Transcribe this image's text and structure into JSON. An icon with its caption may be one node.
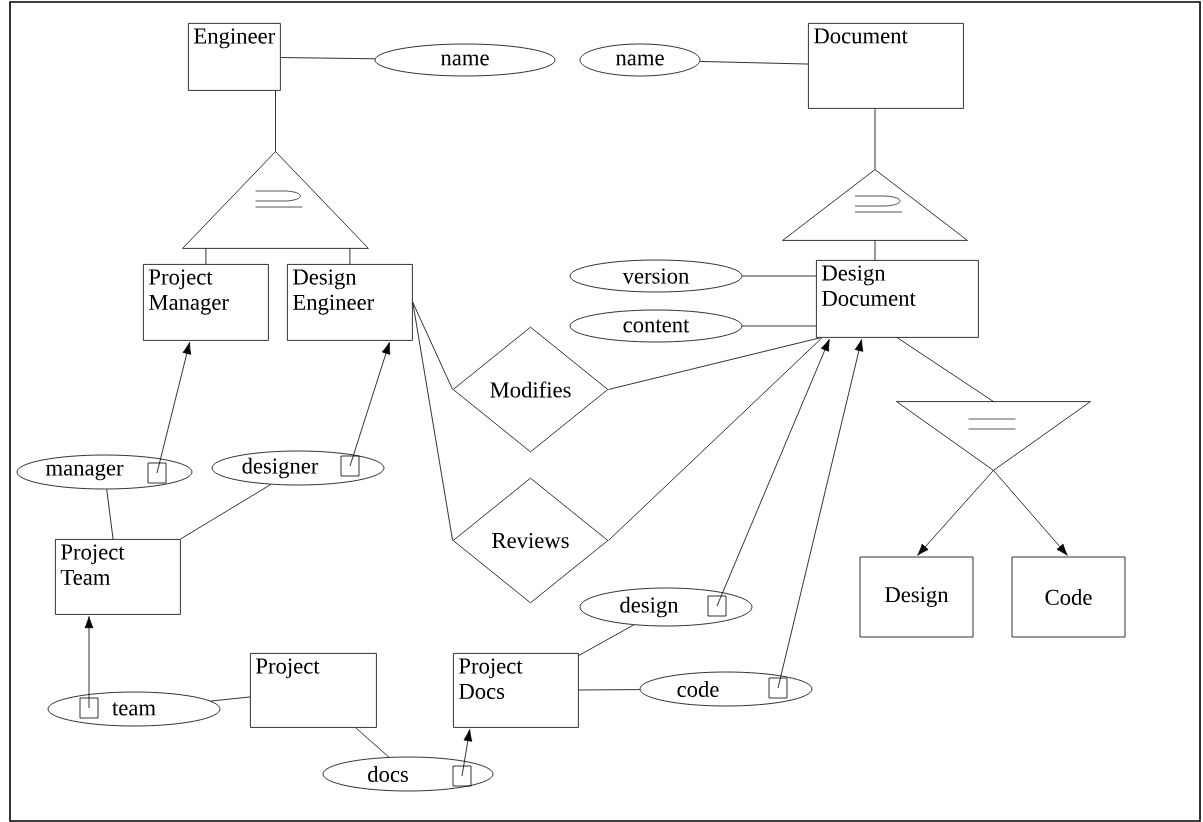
{
  "diagram": {
    "nodes": [
      {
        "text": [
          "Engineer"
        ]
      },
      {
        "text": [
          "name"
        ]
      },
      {
        "text": [
          "name"
        ]
      },
      {
        "text": [
          "Document"
        ]
      },
      {
        "text": [],
        "shape": "triangle"
      },
      {
        "text": [],
        "shape": "triangle"
      },
      {
        "text": [
          "Project Manager"
        ]
      },
      {
        "text": [
          "Design Engineer"
        ]
      },
      {
        "text": [
          "version"
        ]
      },
      {
        "text": [
          "content"
        ]
      },
      {
        "text": [
          "Design Document"
        ]
      },
      {
        "text": [
          "Modifies"
        ]
      },
      {
        "text": [
          "Reviews"
        ]
      },
      {
        "text": [
          "manager"
        ]
      },
      {
        "text": [
          "designer"
        ]
      },
      {
        "text": [],
        "shape": "triangle"
      },
      {
        "text": [
          "Project Team"
        ]
      },
      {
        "text": [
          "Design"
        ]
      },
      {
        "text": [
          "Code"
        ]
      },
      {
        "text": [
          "design"
        ]
      },
      {
        "text": [
          "team"
        ]
      },
      {
        "text": [
          "Project"
        ]
      },
      {
        "text": [
          "Project Docs"
        ]
      },
      {
        "text": [
          "code"
        ]
      },
      {
        "text": [
          "docs"
        ]
      }
    ],
    "edges": [
      {
        "from": 0,
        "to": 1,
        "arrow": "none"
      },
      {
        "from": 2,
        "to": 3,
        "arrow": "none"
      },
      {
        "from": 0,
        "to": 4,
        "arrow": "none"
      },
      {
        "from": 4,
        "to": 6,
        "arrow": "none"
      },
      {
        "from": 4,
        "to": 7,
        "arrow": "none"
      },
      {
        "from": 3,
        "to": 5,
        "arrow": "none"
      },
      {
        "from": 5,
        "to": 10,
        "arrow": "none"
      },
      {
        "from": 8,
        "to": 10,
        "arrow": "none"
      },
      {
        "from": 9,
        "to": 10,
        "arrow": "none"
      },
      {
        "from": 7,
        "to": 11,
        "arrow": "none"
      },
      {
        "from": 11,
        "to": 10,
        "arrow": "none"
      },
      {
        "from": 7,
        "to": 12,
        "arrow": "none"
      },
      {
        "from": 12,
        "to": 10,
        "arrow": "none"
      },
      {
        "from": 10,
        "to": 15,
        "arrow": "none"
      },
      {
        "from": 15,
        "to": 17,
        "arrow": "to"
      },
      {
        "from": 15,
        "to": 18,
        "arrow": "to"
      },
      {
        "from": 13,
        "to": 6,
        "arrow": "to"
      },
      {
        "from": 14,
        "to": 7,
        "arrow": "to"
      },
      {
        "from": 13,
        "to": 16,
        "arrow": "none"
      },
      {
        "from": 14,
        "to": 16,
        "arrow": "none"
      },
      {
        "from": 20,
        "to": 16,
        "arrow": "to"
      },
      {
        "from": 20,
        "to": 21,
        "arrow": "none"
      },
      {
        "from": 21,
        "to": 24,
        "arrow": "none"
      },
      {
        "from": 24,
        "to": 22,
        "arrow": "to"
      },
      {
        "from": 22,
        "to": 19,
        "arrow": "none"
      },
      {
        "from": 22,
        "to": 23,
        "arrow": "none"
      },
      {
        "from": 19,
        "to": 10,
        "arrow": "to"
      },
      {
        "from": 23,
        "to": 10,
        "arrow": "to"
      }
    ]
  }
}
